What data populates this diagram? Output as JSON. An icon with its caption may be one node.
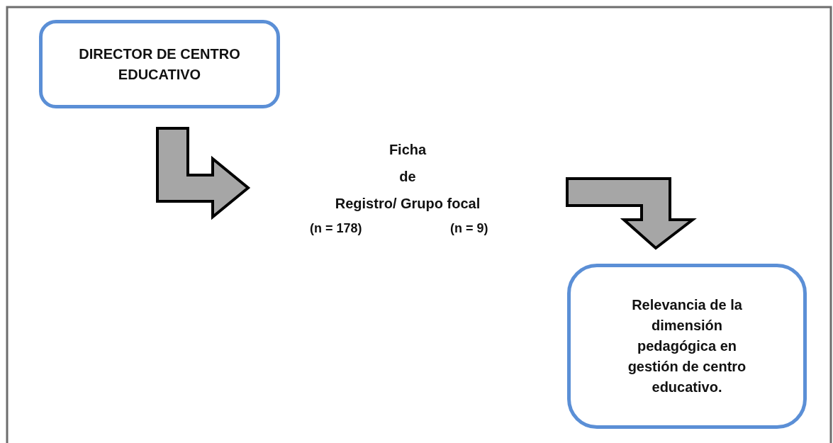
{
  "diagram": {
    "nodes": [
      {
        "text": [
          "DIRECTOR DE CENTRO EDUCATIVO"
        ]
      },
      {
        "text": [
          "Ficha de Registro/ Grupo focal",
          "(n = 178)",
          "(n = 9)"
        ]
      },
      {
        "text": [
          "Relevancia de la dimensión pedagógica en gestión de centro educativo."
        ]
      }
    ],
    "edges": [
      {
        "from": 0,
        "to": 1,
        "arrow": "to"
      },
      {
        "from": 1,
        "to": 2,
        "arrow": "to"
      }
    ]
  }
}
